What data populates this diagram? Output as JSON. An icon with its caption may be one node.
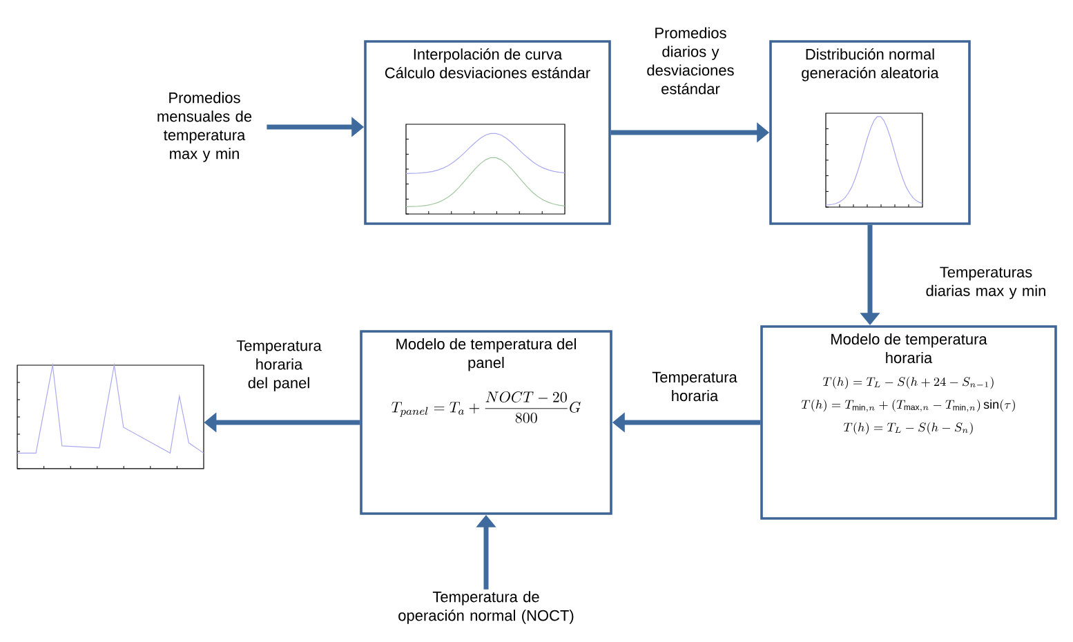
{
  "diagram": {
    "nodes": [
      {
        "text": [
          "Promedios mensuales de temperatura max y min"
        ]
      },
      {
        "text": [
          "Interpolación de curva",
          "Cálculo desviaciones estándar"
        ]
      },
      {
        "text": [
          "Distribución normal generación aleatoria"
        ]
      },
      {
        "text": [
          "Modelo de temperatura horaria",
          "T(h)=T_L-S(h+24-S_{n-1})",
          "T(h)=T_{\\min,n}+(T_{\\max,n}-T_{\\min,n})\\sin(\\tau)",
          "T(h)=T_L-S(h-S_n)"
        ]
      },
      {
        "text": [
          "Modelo de temperatura del panel",
          "T_{panel}=T_a+\\frac{NOCT-20}{800}G"
        ]
      },
      {
        "text": [],
        "shape": "picture"
      },
      {
        "text": [
          "Temperatura de operación normal (NOCT)"
        ]
      }
    ],
    "edges": [
      {
        "from": 0,
        "to": 1,
        "arrow": "to"
      },
      {
        "from": 1,
        "to": 2,
        "arrow": "to",
        "label": "Promedios diarios y desviaciones estándar"
      },
      {
        "from": 2,
        "to": 3,
        "arrow": "to",
        "label": "Temperaturas diarias max y min"
      },
      {
        "from": 3,
        "to": 4,
        "arrow": "to",
        "label": "Temperatura horaria"
      },
      {
        "from": 4,
        "to": 5,
        "arrow": "to",
        "label": "Temperatura horaria del panel"
      },
      {
        "from": 6,
        "to": 4,
        "arrow": "to"
      }
    ]
  }
}
